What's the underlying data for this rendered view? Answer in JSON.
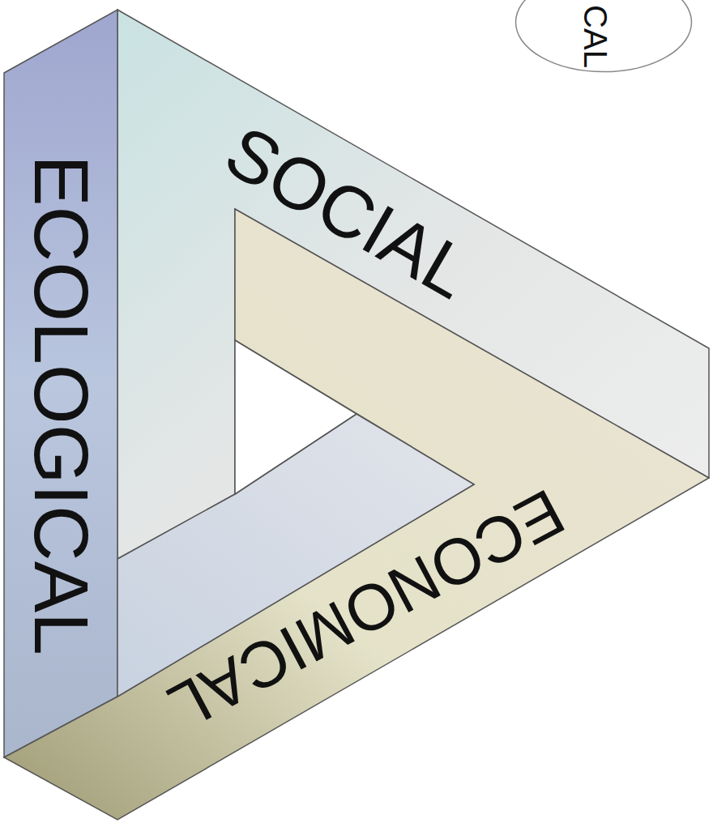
{
  "diagram": {
    "nodes": [
      {
        "text": [
          "CAL"
        ]
      }
    ],
    "labels": [
      "ECOLOGICAL",
      "SOCIAL",
      "ECONOMICAL"
    ]
  }
}
